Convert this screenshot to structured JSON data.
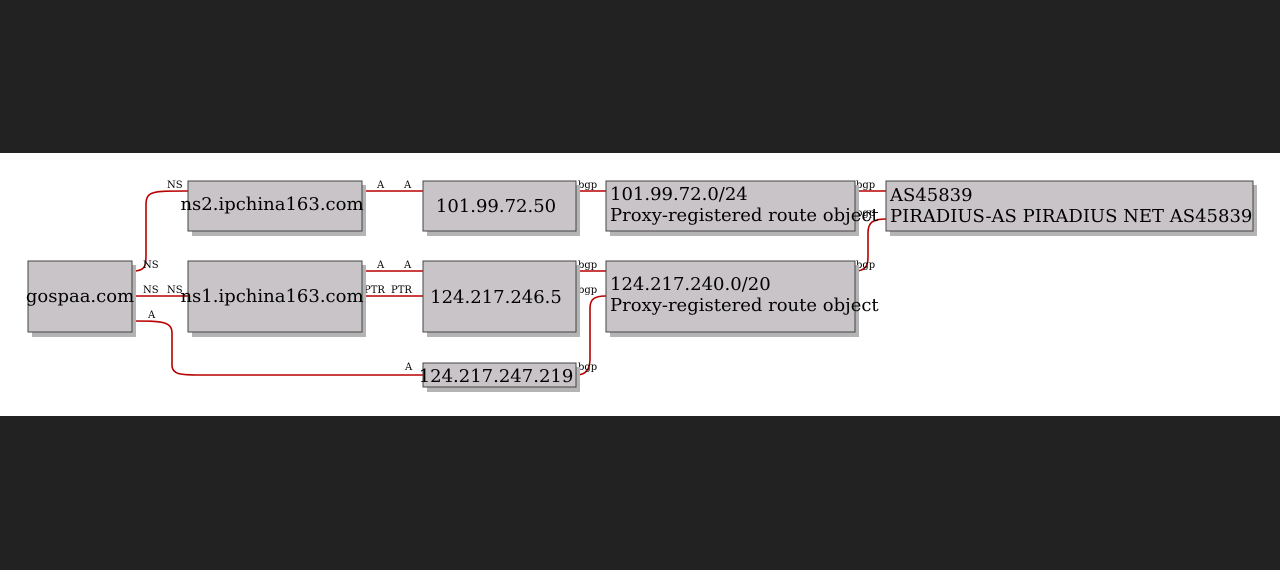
{
  "nodes": {
    "gospaa": [
      "gospaa.com"
    ],
    "ns2": [
      "ns2.ipchina163.com"
    ],
    "ns1": [
      "ns1.ipchina163.com"
    ],
    "ip1": [
      "101.99.72.50"
    ],
    "ip2": [
      "124.217.246.5"
    ],
    "ip3": [
      "124.217.247.219"
    ],
    "route1": [
      "101.99.72.0/24",
      "Proxy-registered route object"
    ],
    "route2": [
      "124.217.240.0/20",
      "Proxy-registered route object"
    ],
    "as": [
      "AS45839",
      "PIRADIUS-AS PIRADIUS NET AS45839"
    ]
  },
  "edge_labels": {
    "ns": "NS",
    "a": "A",
    "ptr": "PTR",
    "bgp": "bgp"
  }
}
